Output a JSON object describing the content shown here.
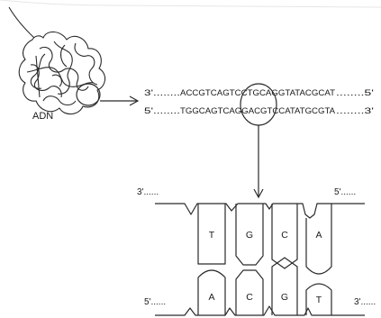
{
  "labels": {
    "adn": "ADN"
  },
  "sequences": {
    "top_strand": {
      "prefix": "3'........",
      "sequence": "ACCGTCAGTCCTGCAGGTATACGCAT",
      "suffix": "........5'"
    },
    "bottom_strand": {
      "prefix": "5'........",
      "sequence": "TGGCAGTCAGGACGTCCATATGCGTA",
      "suffix": "........3'"
    }
  },
  "zoom": {
    "top_left_end": "3'......",
    "top_right_end": "5'......",
    "bottom_left_end": "5'......",
    "bottom_right_end": "3'......",
    "top_bases": [
      "T",
      "G",
      "C",
      "A"
    ],
    "bottom_bases": [
      "A",
      "C",
      "G",
      "T"
    ]
  }
}
